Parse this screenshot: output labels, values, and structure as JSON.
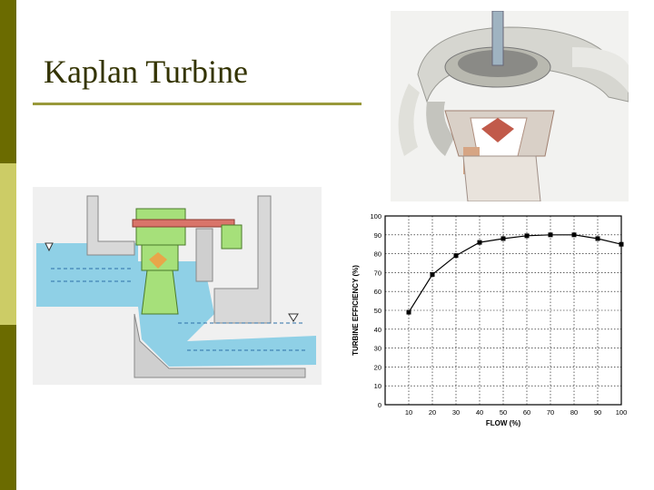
{
  "slide": {
    "title": "Kaplan Turbine",
    "colors": {
      "sidebar_dark": "#6b6b00",
      "sidebar_light": "#cccc66",
      "title_rule": "#99993a",
      "title_text": "#333300",
      "water": "#8fd0e6",
      "green_parts": "#a6e07a",
      "red_beam": "#d9746a"
    }
  },
  "photo": {
    "icon": "kaplan-turbine-cutaway-photo"
  },
  "diagram": {
    "icon": "kaplan-turbine-cross-section"
  },
  "chart_data": {
    "type": "line",
    "xlabel": "FLOW (%)",
    "ylabel": "TURBINE EFFICIENCY (%)",
    "x": [
      10,
      20,
      30,
      40,
      50,
      60,
      70,
      80,
      90,
      100
    ],
    "y": [
      49,
      69,
      79,
      86,
      88,
      89.5,
      90,
      90,
      88,
      85
    ],
    "xlim": [
      0,
      100
    ],
    "ylim": [
      0,
      100
    ],
    "x_ticks": [
      "10",
      "20",
      "30",
      "40",
      "50",
      "60",
      "70",
      "80",
      "90",
      "100"
    ],
    "y_ticks": [
      "0",
      "10",
      "20",
      "30",
      "40",
      "50",
      "60",
      "70",
      "80",
      "90",
      "100"
    ],
    "grid": true,
    "marker": "square"
  }
}
